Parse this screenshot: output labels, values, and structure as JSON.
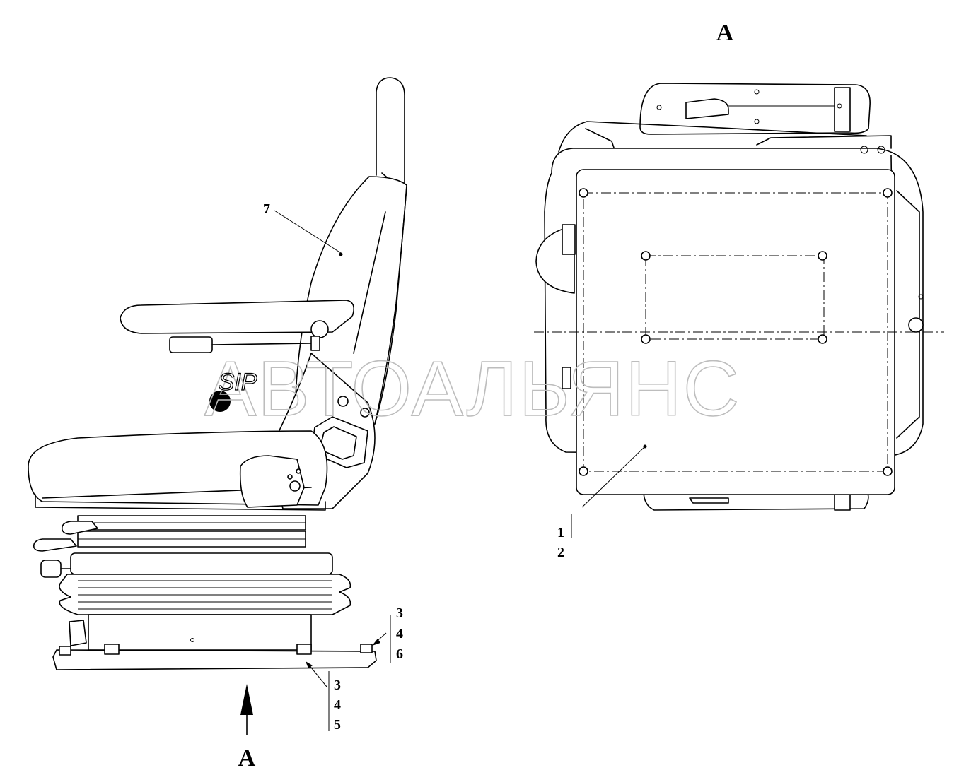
{
  "view_labels": {
    "section_top": "A",
    "arrow": "A"
  },
  "watermark": {
    "text": "АВТОАЛЬЯНС"
  },
  "logo": {
    "text": "SIP"
  },
  "callouts": {
    "backrest": "7",
    "plate_top": "1",
    "plate_bottom": "2",
    "base_right_1": "3",
    "base_right_2": "4",
    "base_right_3": "6",
    "base_mid_1": "3",
    "base_mid_2": "4",
    "base_mid_3": "5"
  }
}
